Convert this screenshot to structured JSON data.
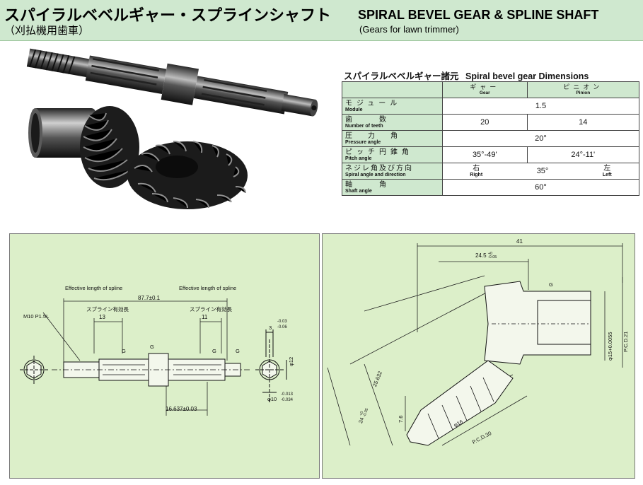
{
  "header": {
    "jp_title": "スパイラルベベルギャー・スプラインシャフト",
    "jp_subtitle": "（刈払機用歯車）",
    "en_title": "SPIRAL BEVEL GEAR & SPLINE SHAFT",
    "en_subtitle": "(Gears for lawn trimmer)"
  },
  "table": {
    "title_jp": "スパイラルベベルギャー諸元",
    "title_en": "Spiral bevel gear Dimensions",
    "col_gear_jp": "ギャー",
    "col_gear_en": "Gear",
    "col_pinion_jp": "ピニオン",
    "col_pinion_en": "Pinion",
    "rows": [
      {
        "jp": "モジュール",
        "en": "Module",
        "span": "1.5"
      },
      {
        "jp": "歯　　数",
        "en": "Number of teeth",
        "gear": "20",
        "pinion": "14"
      },
      {
        "jp": "圧　力　角",
        "en": "Pressure angle",
        "span": "20°"
      },
      {
        "jp": "ピッチ円錐角",
        "en": "Pitch angle",
        "gear": "35°-49'",
        "pinion": "24°-11'"
      },
      {
        "jp": "ネジレ角及び方向",
        "en": "Spiral angle and direction",
        "gear_jp": "右",
        "gear_en": "Right",
        "mid": "35°",
        "pinion_jp": "左",
        "pinion_en": "Left"
      },
      {
        "jp": "軸　　角",
        "en": "Shaft angle",
        "span": "60°"
      }
    ]
  },
  "left_drawing": {
    "eff_left": "Effective length of spline",
    "eff_right": "Effective length of spline",
    "overall": "87.7±0.1",
    "spline_jp_left": "スプライン有効長",
    "spline_jp_right": "スプライン有効長",
    "l13": "13",
    "l11": "11",
    "thread": "M10 P1.5L",
    "g1": "G",
    "g2": "G",
    "g3": "G",
    "g4": "G",
    "lower_dim": "16.637±0.03",
    "key_w": "3",
    "key_tol_up": "-0.03",
    "key_tol_dn": "-0.06",
    "dia12": "φ12",
    "dia10": "φ10",
    "dia10_tol_up": "-0.013",
    "dia10_tol_dn": "-0.034"
  },
  "right_drawing": {
    "d41": "41",
    "d245": "24.5",
    "d245_up": "+0",
    "d245_dn": "-0.05",
    "g": "G",
    "bore": "φ15+0.0055",
    "pcd21": "P.C.D.21",
    "d25": "25.632",
    "d24": "24",
    "d24_up": "+0",
    "d24_dn": "-0.05",
    "d76": "7.6",
    "d16": "φ16",
    "pcd30": "P.C.D.30"
  }
}
